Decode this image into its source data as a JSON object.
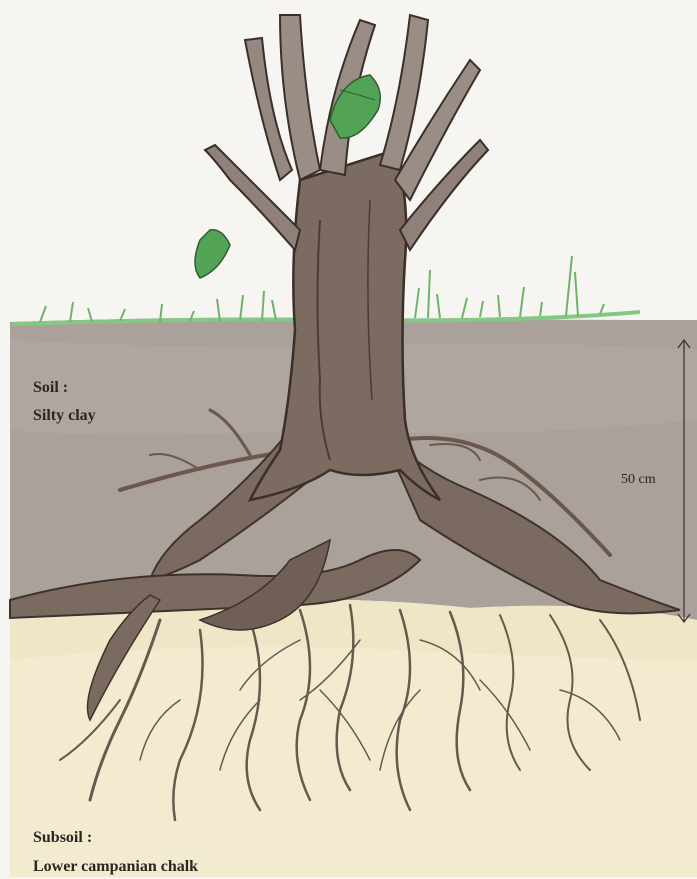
{
  "layers": {
    "soil": {
      "title": "Soil :",
      "type": "Silty clay"
    },
    "subsoil": {
      "title": "Subsoil :",
      "type": "Lower campanian chalk"
    }
  },
  "measurement": {
    "depth_label": "50 cm"
  },
  "colors": {
    "sky": "#f7f5f1",
    "soil": "#a9a09a",
    "subsoil": "#efe6c7",
    "grass": "#7fbf7a",
    "trunk": "#7a6a60",
    "trunk_dark": "#4a3d35",
    "root": "#6e5a50",
    "leaf": "#4f9e52"
  },
  "icons": [
    "tree-illustration",
    "leaf-icon",
    "root-system",
    "depth-arrow-icon"
  ]
}
